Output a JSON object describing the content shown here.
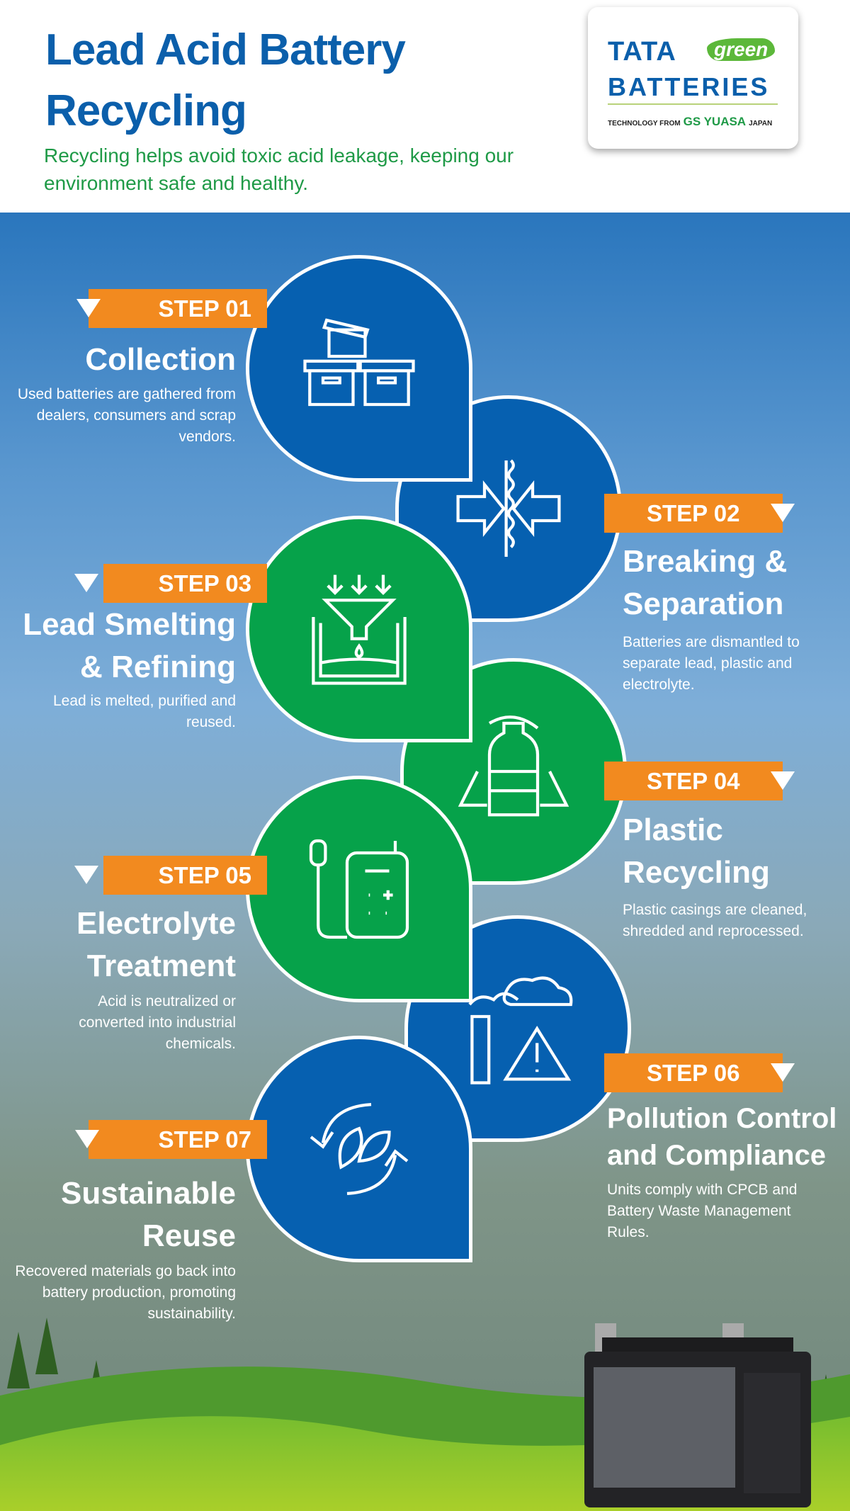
{
  "header": {
    "title": "Lead Acid Battery Recycling",
    "subtitle": "Recycling helps avoid toxic acid leakage, keeping our environment safe and healthy."
  },
  "logo": {
    "tata": "TATA",
    "green": "green",
    "batteries": "BATTERIES",
    "technology": "TECHNOLOGY FROM",
    "gs": "GS YUASA",
    "japan": "JAPAN"
  },
  "colors": {
    "blue": "#0660b0",
    "green": "#06a24a",
    "orange": "#f28a1f",
    "title_blue": "#0b5fab",
    "subtitle_green": "#1f9a47"
  },
  "steps": [
    {
      "label": "STEP 01",
      "title": "Collection",
      "desc": "Used batteries are gathered from dealers, consumers and scrap vendors.",
      "icon": "boxes-icon"
    },
    {
      "label": "STEP 02",
      "title": "Breaking & Separation",
      "desc": "Batteries are dismantled to separate lead, plastic and electrolyte.",
      "icon": "compress-icon"
    },
    {
      "label": "STEP 03",
      "title": "Lead Smelting & Refining",
      "desc": "Lead is melted, purified and reused.",
      "icon": "funnel-icon"
    },
    {
      "label": "STEP 04",
      "title": "Plastic Recycling",
      "desc": "Plastic casings are cleaned, shredded and reprocessed.",
      "icon": "bottle-recycle-icon"
    },
    {
      "label": "STEP 05",
      "title": "Electrolyte Treatment",
      "desc": "Acid is neutralized or converted into industrial chemicals.",
      "icon": "battery-plug-icon"
    },
    {
      "label": "STEP 06",
      "title": "Pollution Control and Compliance",
      "desc": "Units comply with CPCB and Battery Waste Management Rules.",
      "icon": "factory-warning-icon"
    },
    {
      "label": "STEP 07",
      "title": "Sustainable Reuse",
      "desc": "Recovered materials go back into battery production, promoting sustainability.",
      "icon": "leaf-cycle-icon"
    }
  ]
}
